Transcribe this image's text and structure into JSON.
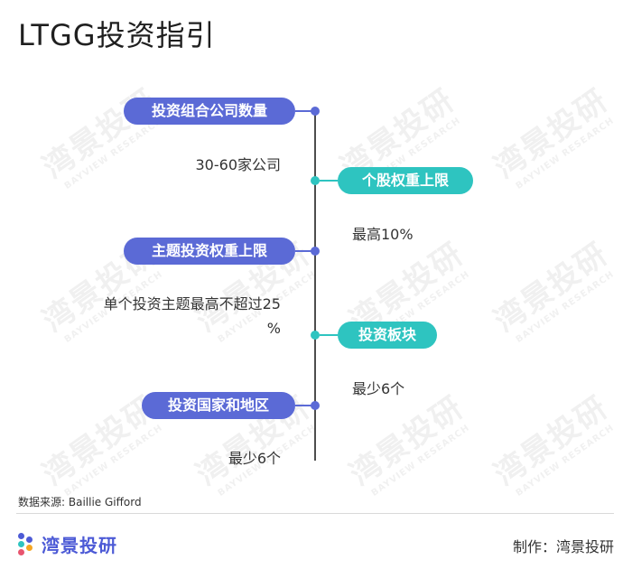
{
  "title": "LTGG投资指引",
  "watermark": {
    "cn": "湾景投研",
    "en": "BAYVIEW RESEARCH"
  },
  "items": [
    {
      "label": "投资组合公司数量",
      "value": "30-60家公司",
      "color": "#5b6ad6"
    },
    {
      "label": "个股权重上限",
      "value": "最高10%",
      "color": "#2ec4c0"
    },
    {
      "label": "主题投资权重上限",
      "value": "单个投资主题最高不超过25",
      "value_cont": "%",
      "color": "#5b6ad6"
    },
    {
      "label": "投资板块",
      "value": "最少6个",
      "color": "#2ec4c0"
    },
    {
      "label": "投资国家和地区",
      "value": "最少6个",
      "color": "#5b6ad6"
    }
  ],
  "footer": {
    "source": "数据来源: Baillie Gifford",
    "logo_text": "湾景投研",
    "maker": "制作：湾景投研"
  }
}
